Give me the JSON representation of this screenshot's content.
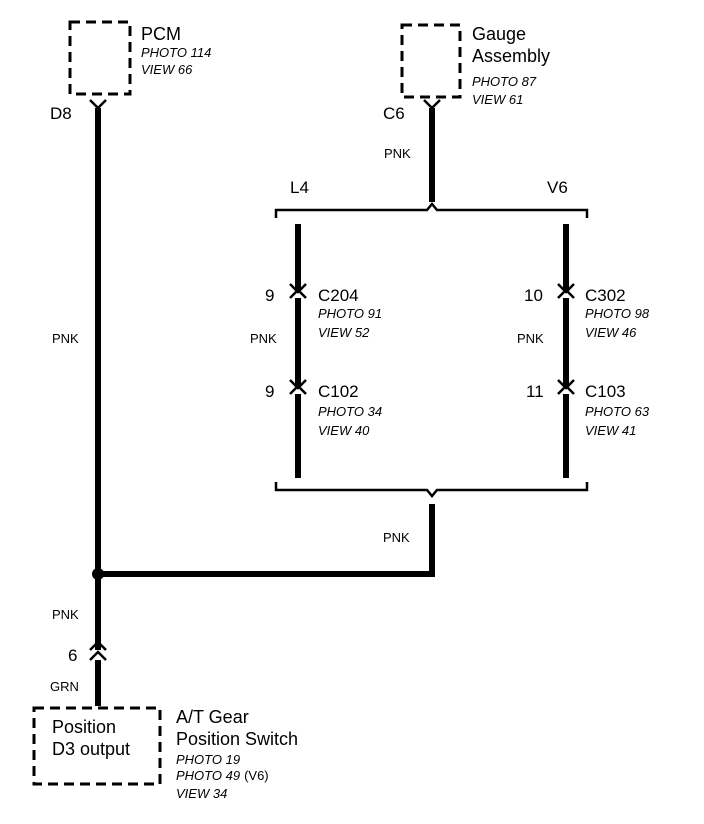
{
  "pcm": {
    "title": "PCM",
    "photo": "PHOTO 114",
    "view": "VIEW 66",
    "pin": "D8"
  },
  "gauge": {
    "title_line1": "Gauge",
    "title_line2": "Assembly",
    "photo": "PHOTO 87",
    "view": "VIEW 61",
    "pin": "C6"
  },
  "wires": {
    "gauge_out": "PNK",
    "pcm_out": "PNK",
    "l4_mid": "PNK",
    "v6_mid": "PNK",
    "merge": "PNK",
    "to_switch": "PNK",
    "switch_lead": "GRN"
  },
  "variants": {
    "left": "L4",
    "right": "V6"
  },
  "connectors": {
    "c204": {
      "pin": "9",
      "name": "C204",
      "photo": "PHOTO 91",
      "view": "VIEW 52"
    },
    "c102": {
      "pin": "9",
      "name": "C102",
      "photo": "PHOTO 34",
      "view": "VIEW 40"
    },
    "c302": {
      "pin": "10",
      "name": "C302",
      "photo": "PHOTO 98",
      "view": "VIEW 46"
    },
    "c103": {
      "pin": "11",
      "name": "C103",
      "photo": "PHOTO 63",
      "view": "VIEW 41"
    }
  },
  "switch": {
    "pin": "6",
    "box_line1": "Position",
    "box_line2": "D3 output",
    "title_line1": "A/T Gear",
    "title_line2": "Position Switch",
    "photo1": "PHOTO 19",
    "photo2": "PHOTO 49",
    "photo2_note": "(V6)",
    "view": "VIEW 34"
  }
}
